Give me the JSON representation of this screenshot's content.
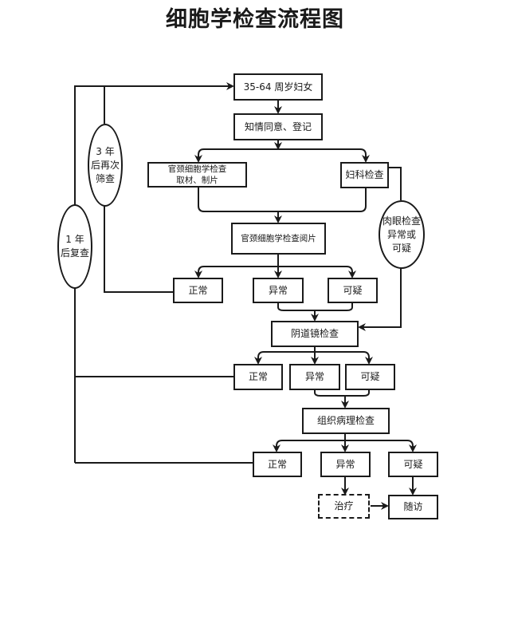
{
  "title": "细胞学检查流程图",
  "nodes": {
    "start": "35-64 周岁妇女",
    "consent": "知情同意、登记",
    "cytology_sampling_line1": "官颈细胞学检查",
    "cytology_sampling_line2": "取材、制片",
    "gyn_exam": "妇科检查",
    "visual_abnormal_line1": "肉眼检查",
    "visual_abnormal_line2": "异常或",
    "visual_abnormal_line3": "可疑",
    "cytology_reading": "官颈细胞学检查阅片",
    "cyto_normal": "正常",
    "cyto_abnormal": "异常",
    "cyto_suspicious": "可疑",
    "colposcopy": "阴道镜检查",
    "colpo_normal": "正常",
    "colpo_abnormal": "异常",
    "colpo_suspicious": "可疑",
    "histopathology": "组织病理检查",
    "histo_normal": "正常",
    "histo_abnormal": "异常",
    "histo_suspicious": "可疑",
    "treatment": "治疗",
    "follow_up": "随访",
    "rescreen_3yr_line1": "3 年",
    "rescreen_3yr_line2": "后再次",
    "rescreen_3yr_line3": "筛查",
    "recheck_1yr_line1": "1 年",
    "recheck_1yr_line2": "后复查"
  }
}
